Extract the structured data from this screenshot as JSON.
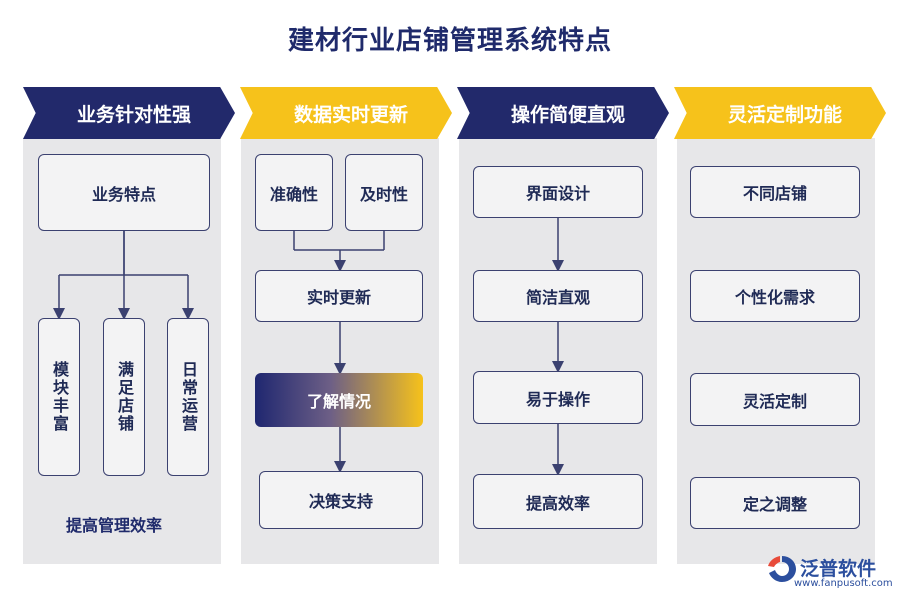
{
  "title": "建材行业店铺管理系统特点",
  "columns": [
    {
      "header": "业务针对性强",
      "top_box": "业务特点",
      "sub_boxes": [
        "模块丰富",
        "满足店铺",
        "日常运营"
      ],
      "note": "提高管理效率"
    },
    {
      "header": "数据实时更新",
      "top_boxes": [
        "准确性",
        "及时性"
      ],
      "flow": [
        "实时更新",
        "了解情况",
        "决策支持"
      ]
    },
    {
      "header": "操作简便直观",
      "flow": [
        "界面设计",
        "简洁直观",
        "易于操作",
        "提高效率"
      ]
    },
    {
      "header": "灵活定制功能",
      "items": [
        "不同店铺",
        "个性化需求",
        "灵活定制",
        "定之调整"
      ]
    }
  ],
  "logo": {
    "name": "泛普软件",
    "url": "www.fanpusoft.com"
  },
  "colors": {
    "navy": "#22296b",
    "gold": "#f6c21b",
    "column_bg": "#e7e7e9"
  }
}
